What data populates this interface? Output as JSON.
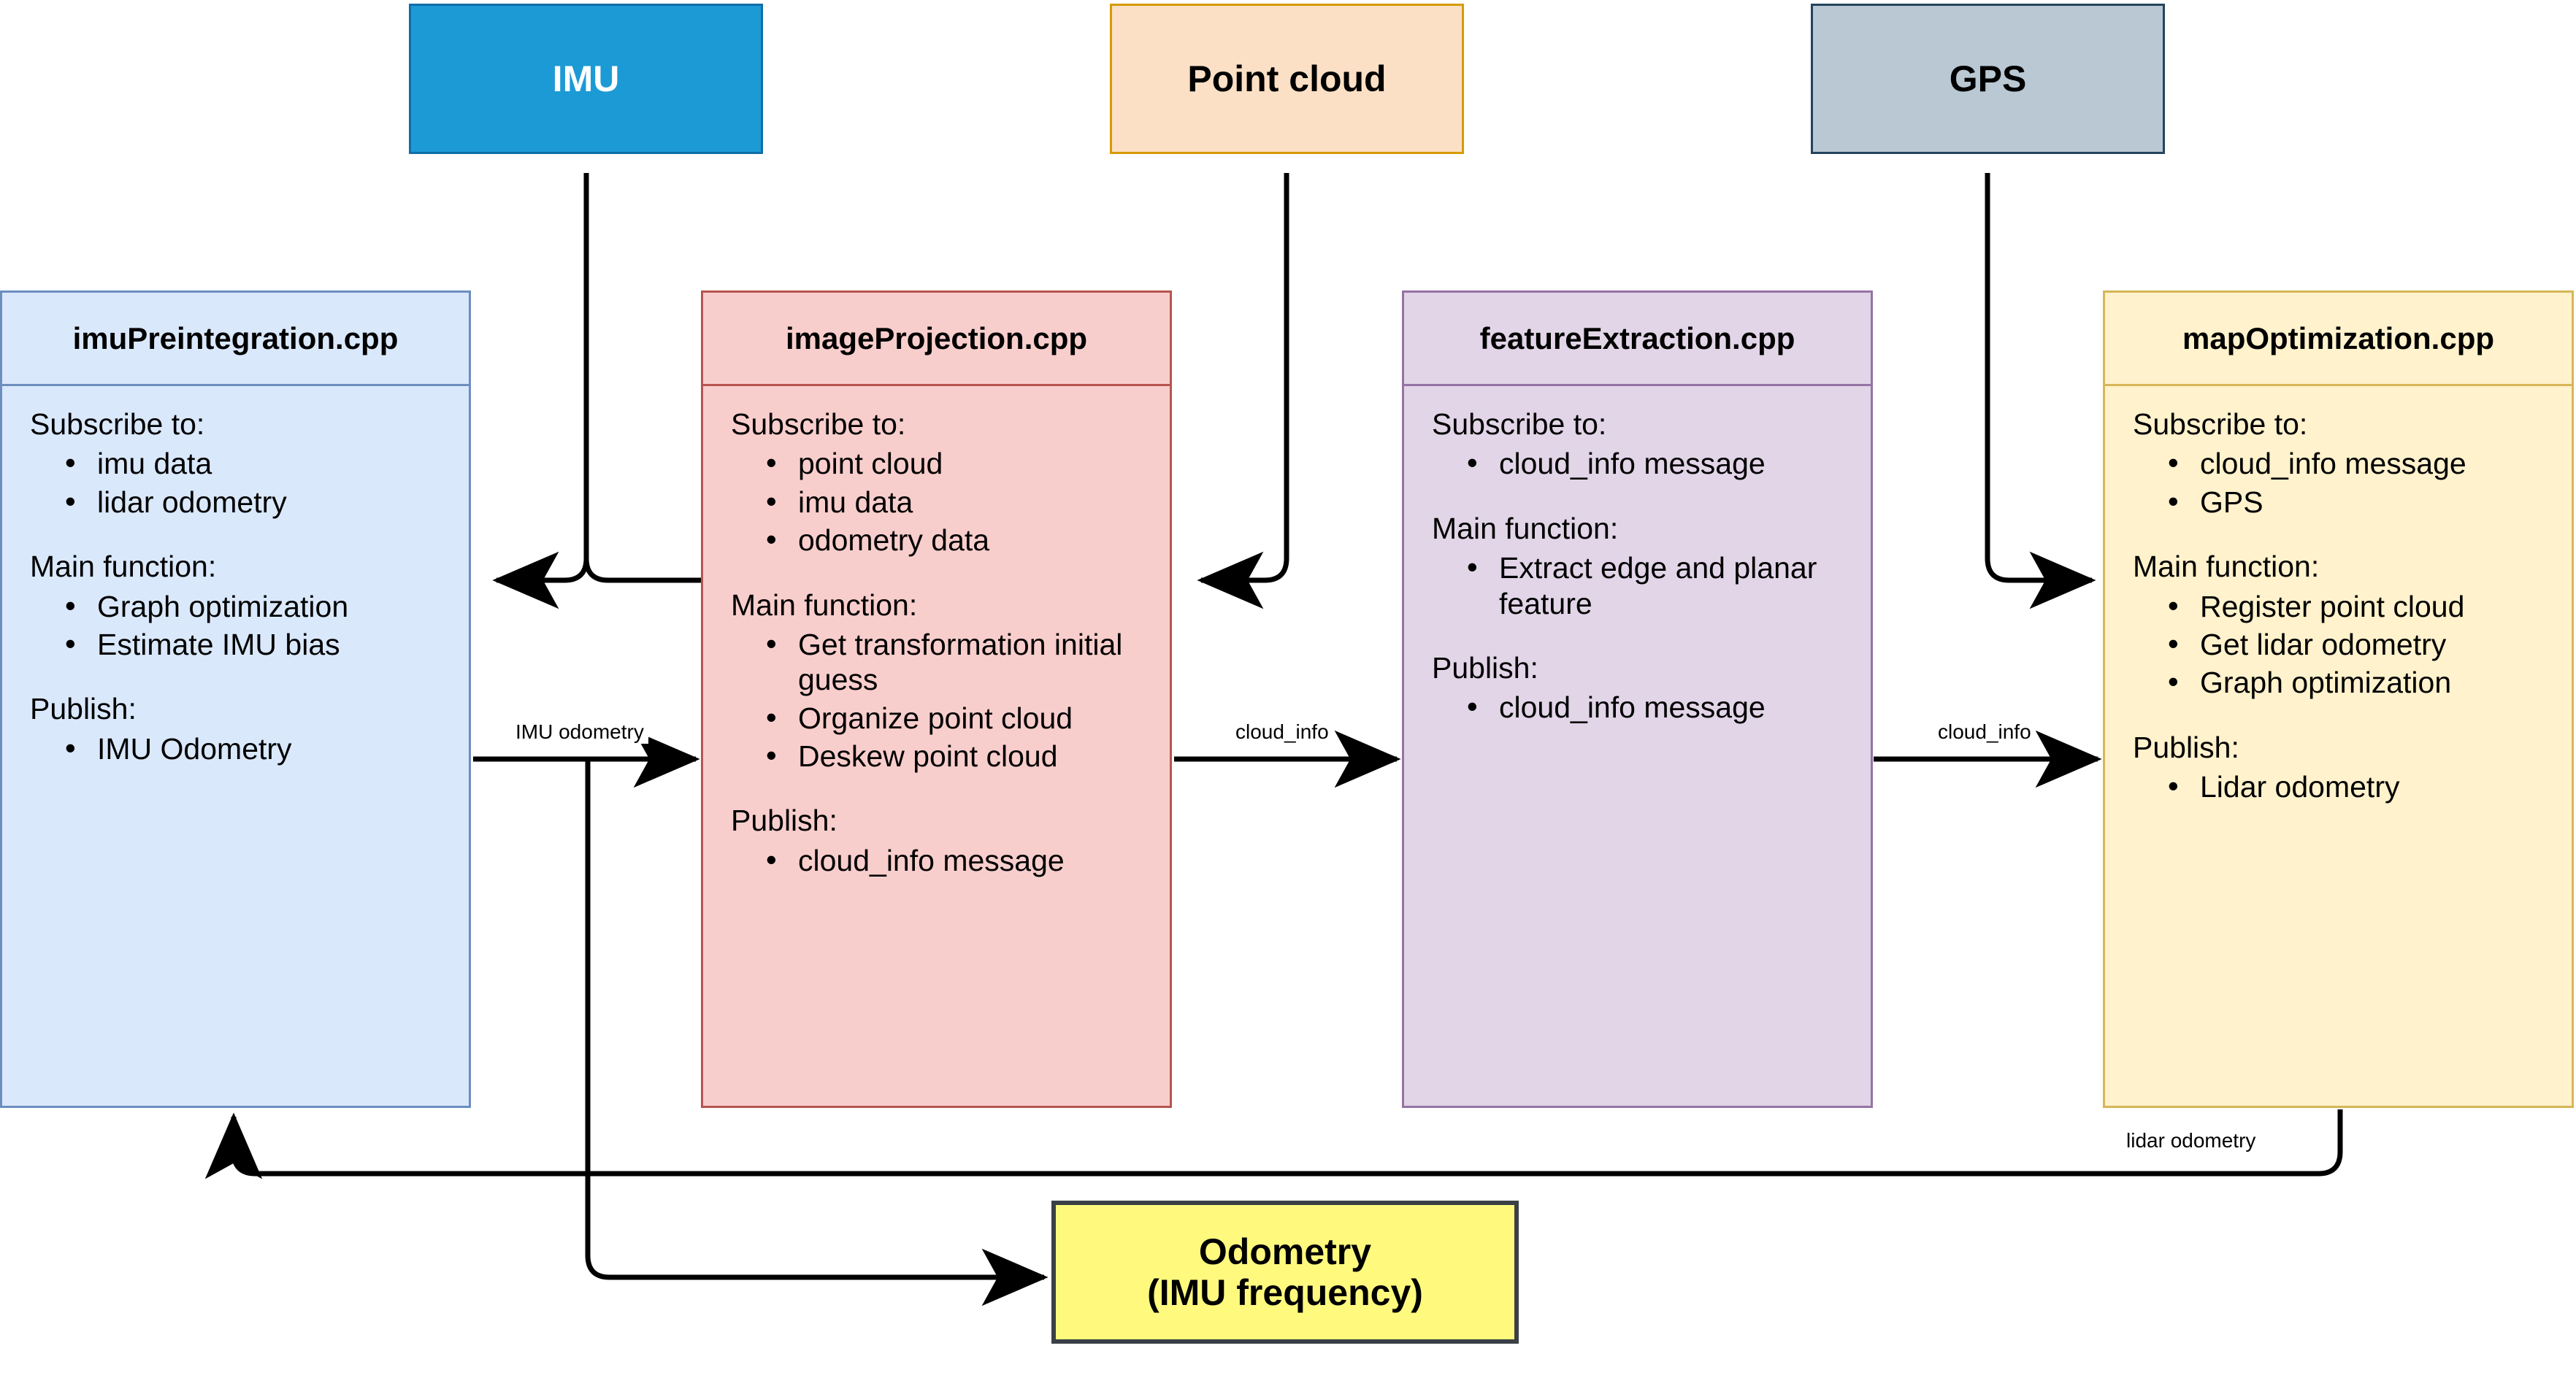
{
  "diagram": {
    "title": "LIO-SAM system architecture flow",
    "colors": {
      "imu_fill": "#1C9AD6",
      "imu_border": "#106EA8",
      "imu_text": "#FFFFFF",
      "pointcloud_fill": "#FCE0C6",
      "pointcloud_border": "#D79B00",
      "gps_fill": "#B9C8D3",
      "gps_border": "#23445D",
      "odometry_fill": "#FFFA7D",
      "odometry_border": "#3A4045",
      "imupreintegration_fill": "#DAE8FC",
      "imupreintegration_border": "#6C8EBF",
      "imageprojection_fill": "#F8CECC",
      "imageprojection_border": "#B85450",
      "featureextraction_fill": "#E1D5E7",
      "featureextraction_border": "#9673A6",
      "mapoptimization_fill": "#FFF2CC",
      "mapoptimization_border": "#D6B656",
      "wire": "#000000"
    },
    "sources": [
      {
        "id": "imu",
        "label": "IMU"
      },
      {
        "id": "point_cloud",
        "label": "Point cloud"
      },
      {
        "id": "gps",
        "label": "GPS"
      }
    ],
    "sink": {
      "id": "odometry",
      "line1": "Odometry",
      "line2": "(IMU frequency)"
    },
    "modules": [
      {
        "id": "imuPreintegration",
        "title": "imuPreintegration.cpp",
        "subscribe_label": "Subscribe to:",
        "subscribe": [
          "imu data",
          "lidar odometry"
        ],
        "main_label": "Main function:",
        "main": [
          "Graph optimization",
          "Estimate IMU bias"
        ],
        "publish_label": "Publish:",
        "publish": [
          "IMU Odometry"
        ]
      },
      {
        "id": "imageProjection",
        "title": "imageProjection.cpp",
        "subscribe_label": "Subscribe to:",
        "subscribe": [
          "point cloud",
          "imu data",
          "odometry data"
        ],
        "main_label": "Main function:",
        "main": [
          "Get transformation initial guess",
          "Organize point cloud",
          "Deskew point cloud"
        ],
        "publish_label": "Publish:",
        "publish": [
          "cloud_info message"
        ]
      },
      {
        "id": "featureExtraction",
        "title": "featureExtraction.cpp",
        "subscribe_label": "Subscribe to:",
        "subscribe": [
          "cloud_info message"
        ],
        "main_label": "Main function:",
        "main": [
          "Extract edge and planar feature"
        ],
        "publish_label": "Publish:",
        "publish": [
          "cloud_info message"
        ]
      },
      {
        "id": "mapOptimization",
        "title": "mapOptimization.cpp",
        "subscribe_label": "Subscribe to:",
        "subscribe": [
          "cloud_info message",
          "GPS"
        ],
        "main_label": "Main function:",
        "main": [
          "Register point cloud",
          "Get lidar odometry",
          "Graph optimization"
        ],
        "publish_label": "Publish:",
        "publish": [
          "Lidar odometry"
        ]
      }
    ],
    "edge_labels": [
      {
        "id": "imu_odometry",
        "text": "IMU odometry"
      },
      {
        "id": "cloud_info_1",
        "text": "cloud_info"
      },
      {
        "id": "cloud_info_2",
        "text": "cloud_info"
      },
      {
        "id": "lidar_odometry",
        "text": "lidar odometry"
      }
    ]
  }
}
